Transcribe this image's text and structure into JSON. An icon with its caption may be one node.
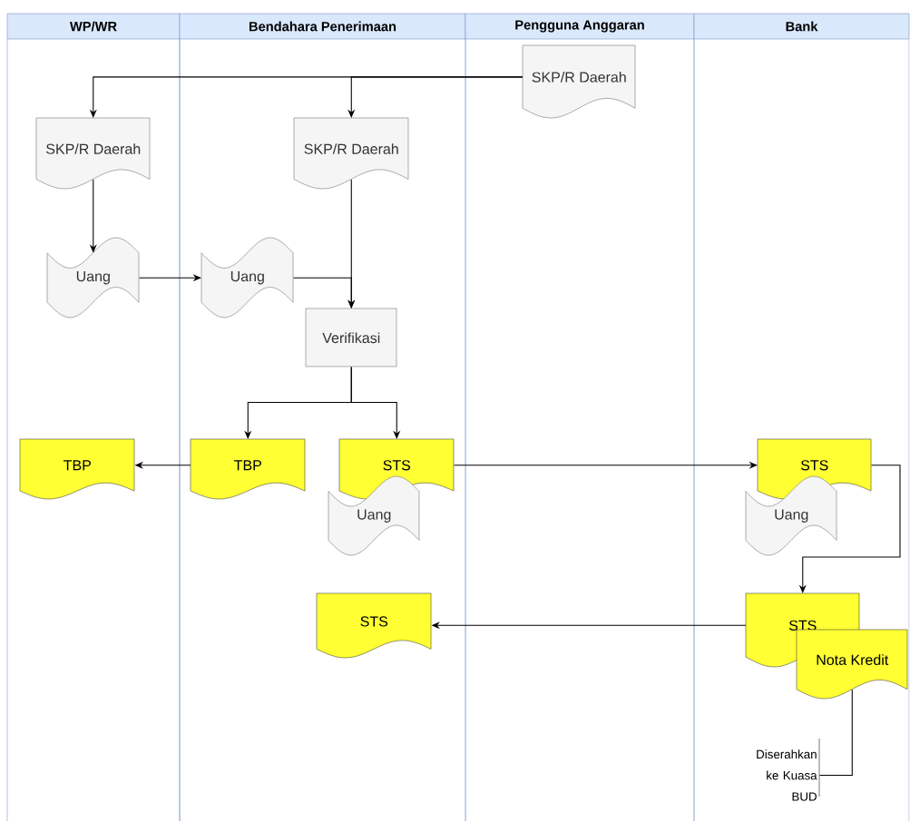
{
  "diagram": {
    "nodes": [
      {
        "text": [
          "WP/WR"
        ]
      },
      {
        "text": [
          "Bendahara Penerimaan"
        ]
      },
      {
        "text": [
          "Pengguna Anggaran"
        ]
      },
      {
        "text": [
          "Bank"
        ]
      },
      {
        "text": [
          "SKP/R Daerah"
        ],
        "in": 2
      },
      {
        "text": [
          "SKP/R Daerah"
        ],
        "in": 0
      },
      {
        "text": [
          "SKP/R Daerah"
        ],
        "in": 1
      },
      {
        "text": [
          "Uang"
        ],
        "in": 0
      },
      {
        "text": [
          "Uang"
        ],
        "in": 1
      },
      {
        "text": [
          "Verifikasi"
        ],
        "in": 1
      },
      {
        "text": [
          "TBP"
        ],
        "in": 0
      },
      {
        "text": [
          "TBP"
        ],
        "in": 1
      },
      {
        "text": [
          "STS"
        ],
        "in": 1
      },
      {
        "text": [
          "Uang"
        ],
        "in": 1
      },
      {
        "text": [
          "STS"
        ],
        "in": 3
      },
      {
        "text": [
          "Uang"
        ],
        "in": 3
      },
      {
        "text": [
          "STS"
        ],
        "in": 1
      },
      {
        "text": [
          "STS"
        ],
        "in": 3
      },
      {
        "text": [
          "Nota Kredit"
        ],
        "in": 3
      },
      {
        "text": [
          "Diserahkan ke Kuasa BUD"
        ],
        "in": 3
      }
    ],
    "edges": [
      {
        "from": 4,
        "to": 5,
        "arrow": "to"
      },
      {
        "from": 4,
        "to": 6,
        "arrow": "to"
      },
      {
        "from": 5,
        "to": 7,
        "arrow": "to"
      },
      {
        "from": 7,
        "to": 8,
        "arrow": "to"
      },
      {
        "from": 8,
        "to": 9,
        "arrow": "to"
      },
      {
        "from": 6,
        "to": 9,
        "arrow": "to"
      },
      {
        "from": 9,
        "to": 11,
        "arrow": "to"
      },
      {
        "from": 9,
        "to": 12,
        "arrow": "to"
      },
      {
        "from": 11,
        "to": 10,
        "arrow": "to"
      },
      {
        "from": 12,
        "to": 14,
        "arrow": "to"
      },
      {
        "from": 14,
        "to": 17,
        "arrow": "to"
      },
      {
        "from": 17,
        "to": 16,
        "arrow": "to"
      },
      {
        "from": 18,
        "to": 19,
        "arrow": "none"
      }
    ]
  }
}
